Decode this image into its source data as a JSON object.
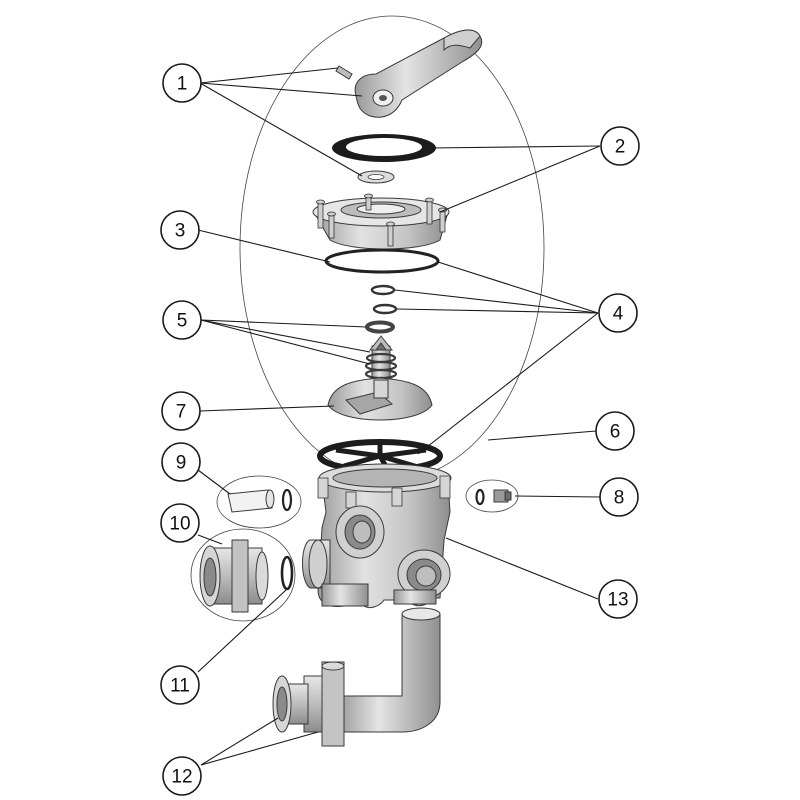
{
  "callouts": [
    {
      "id": "c1",
      "label": "1"
    },
    {
      "id": "c2",
      "label": "2"
    },
    {
      "id": "c3",
      "label": "3"
    },
    {
      "id": "c4",
      "label": "4"
    },
    {
      "id": "c5",
      "label": "5"
    },
    {
      "id": "c6",
      "label": "6"
    },
    {
      "id": "c7",
      "label": "7"
    },
    {
      "id": "c8",
      "label": "8"
    },
    {
      "id": "c9",
      "label": "9"
    },
    {
      "id": "c10",
      "label": "10"
    },
    {
      "id": "c11",
      "label": "11"
    },
    {
      "id": "c12",
      "label": "12"
    },
    {
      "id": "c13",
      "label": "13"
    }
  ],
  "colors": {
    "part_fill": "#d4d4d4",
    "part_dark": "#8a8a8a",
    "part_light": "#ececec",
    "gasket": "#1c1c1c",
    "line": "#1a1a1a"
  }
}
